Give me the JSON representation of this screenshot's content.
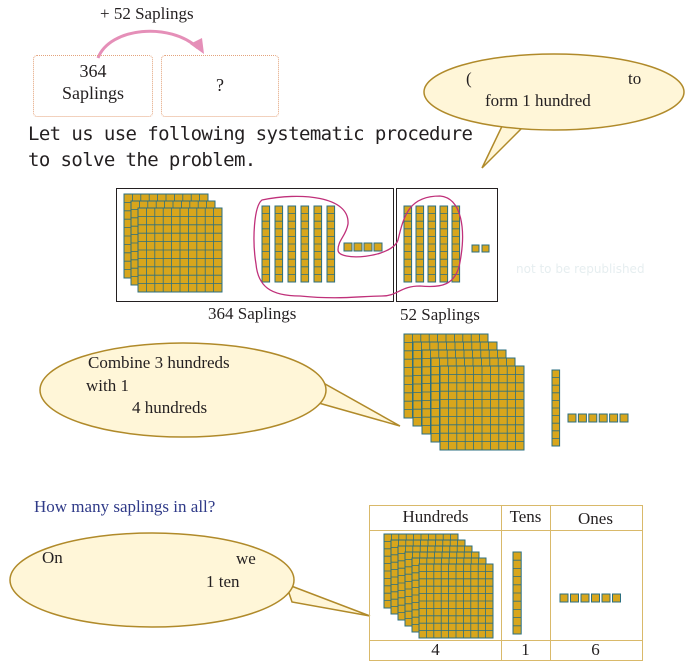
{
  "top": {
    "add_label": "+ 52 Saplings",
    "box_left": [
      "364",
      "Saplings"
    ],
    "box_right": "?",
    "cloud_top": [
      "(",
      "to",
      "form 1 hundred"
    ]
  },
  "intro": [
    "Let us use following systematic procedure",
    "to solve the problem."
  ],
  "blocks": {
    "caption_left": "364 Saplings",
    "caption_right": "52 Saplings",
    "watermark": "not to be republished"
  },
  "combine_cloud": [
    "Combine 3 hundreds",
    "with 1",
    "4 hundreds"
  ],
  "question": "How many saplings in all?",
  "bottom_cloud": [
    "On",
    "we",
    "1 ten"
  ],
  "table": {
    "headers": [
      "Hundreds",
      "Tens",
      "Ones"
    ],
    "values": [
      "4",
      "1",
      "6"
    ]
  },
  "colors": {
    "block_fill": "#d8a61c",
    "block_line": "#2b6f80",
    "dotted_border": "#e4a37c",
    "table_border": "#d9b96a",
    "arrow": "#e58fb8",
    "loop": "#c0307a",
    "cloud_fill": "#fff6d8",
    "cloud_stroke": "#b08a2a",
    "question_text": "#2f3a88"
  }
}
